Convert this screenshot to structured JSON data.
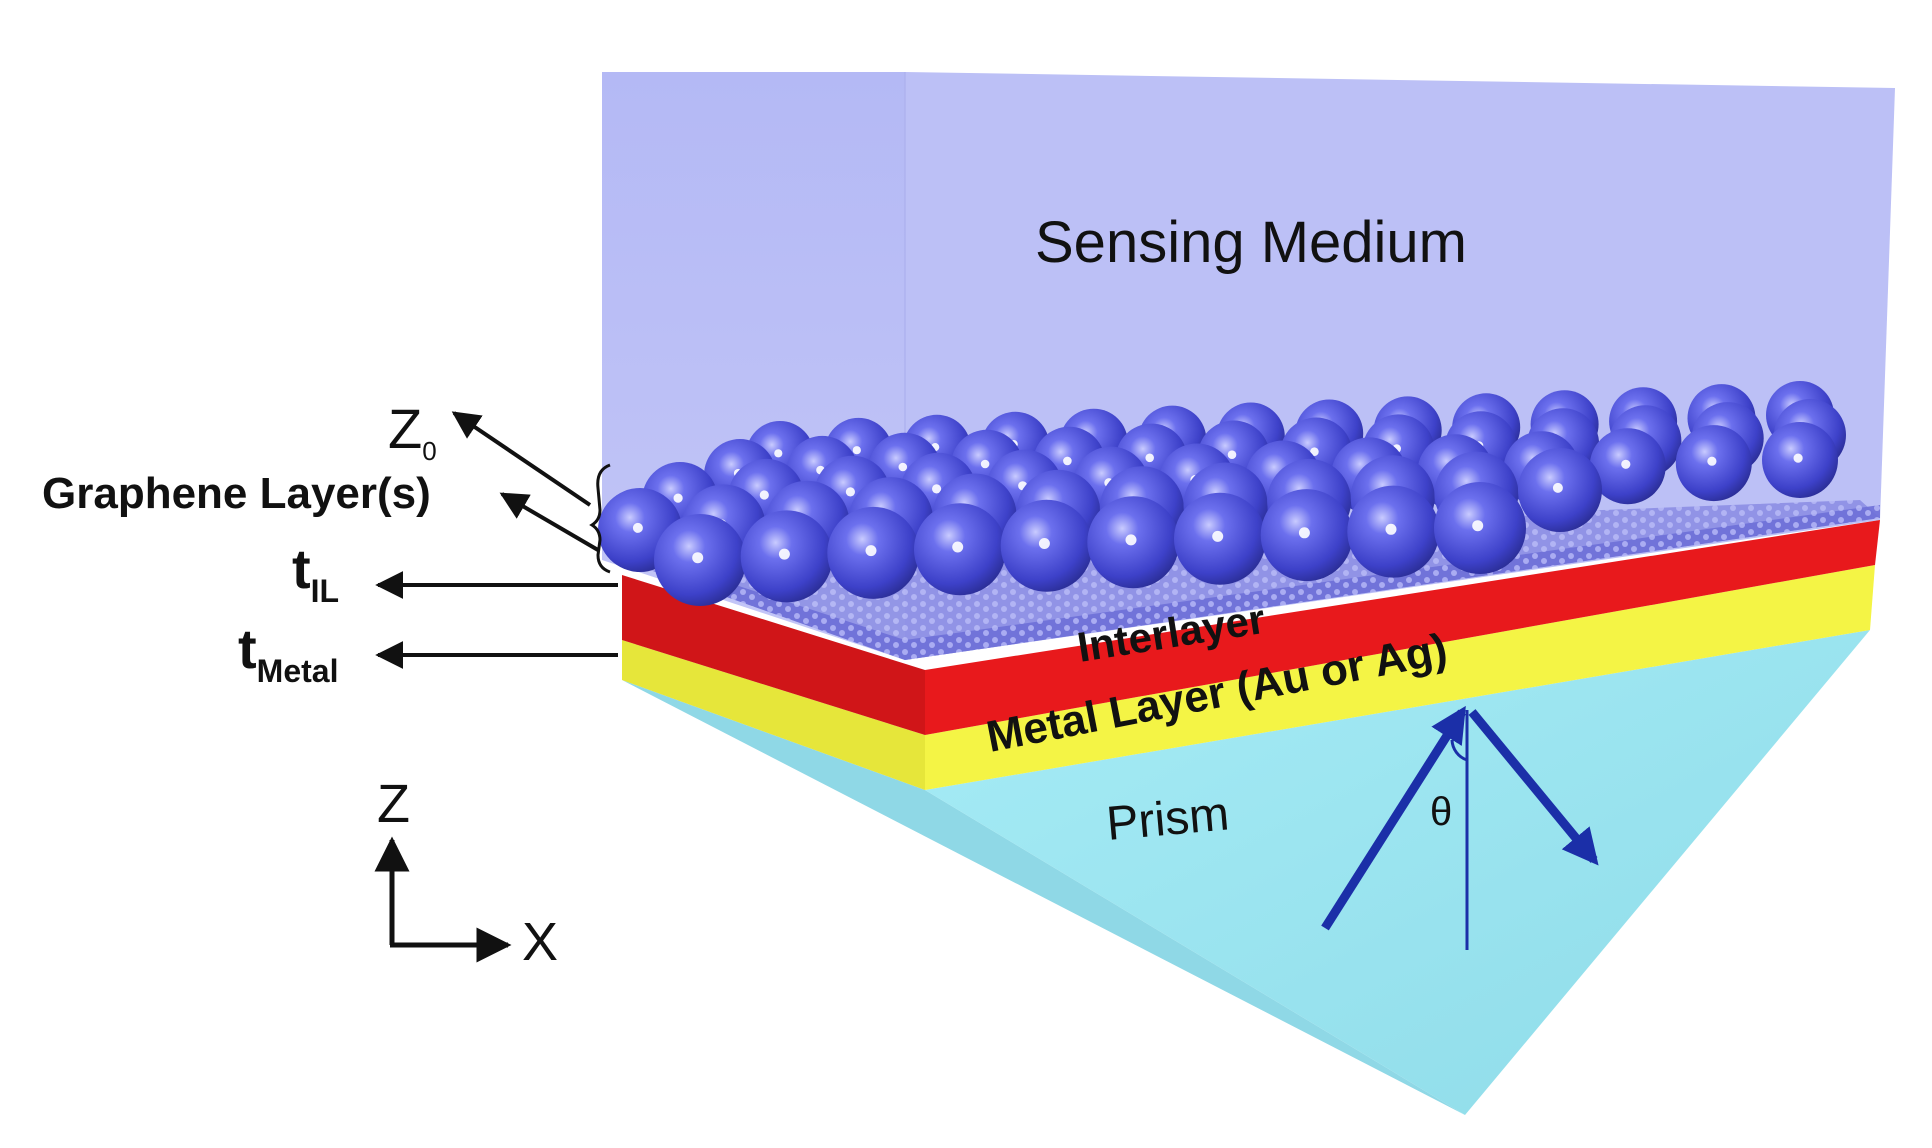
{
  "labels": {
    "sensing_medium": "Sensing Medium",
    "z0_main": "Z",
    "z0_sub": "0",
    "graphene": "Graphene Layer(s)",
    "t_il_main": "t",
    "t_il_sub": "IL",
    "t_metal_main": "t",
    "t_metal_sub": "Metal",
    "interlayer": "Interlayer",
    "metal_layer": "Metal Layer (Au or Ag)",
    "prism": "Prism",
    "theta": "θ",
    "axis_z": "Z",
    "axis_x": "X"
  },
  "colors": {
    "sensing_medium": "#b8bdf6",
    "sensing_medium_side": "#c9cdf8",
    "interlayer": "#e8191c",
    "metal_layer": "#f5f542",
    "prism": "#9fe6f2",
    "prism_shadow": "#7fd2e0",
    "sphere": "#5a5fe0",
    "ray": "#1b2fa8"
  }
}
